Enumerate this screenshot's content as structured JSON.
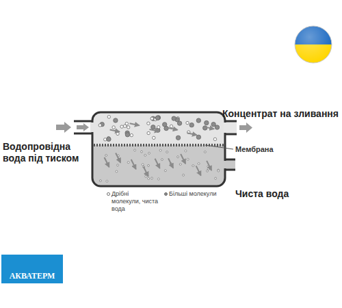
{
  "diagram": {
    "nodes": [
      {
        "text": [
          "АКВАТЕРМ"
        ]
      }
    ],
    "labels": [
      "Водопровідна вода під тиском",
      "Концентрат на зливання",
      "Мембрана",
      "Чиста вода"
    ],
    "legend": [
      {
        "text": "Дрібні молекули, чиста вода"
      },
      {
        "text": "Більші молекули"
      }
    ]
  }
}
